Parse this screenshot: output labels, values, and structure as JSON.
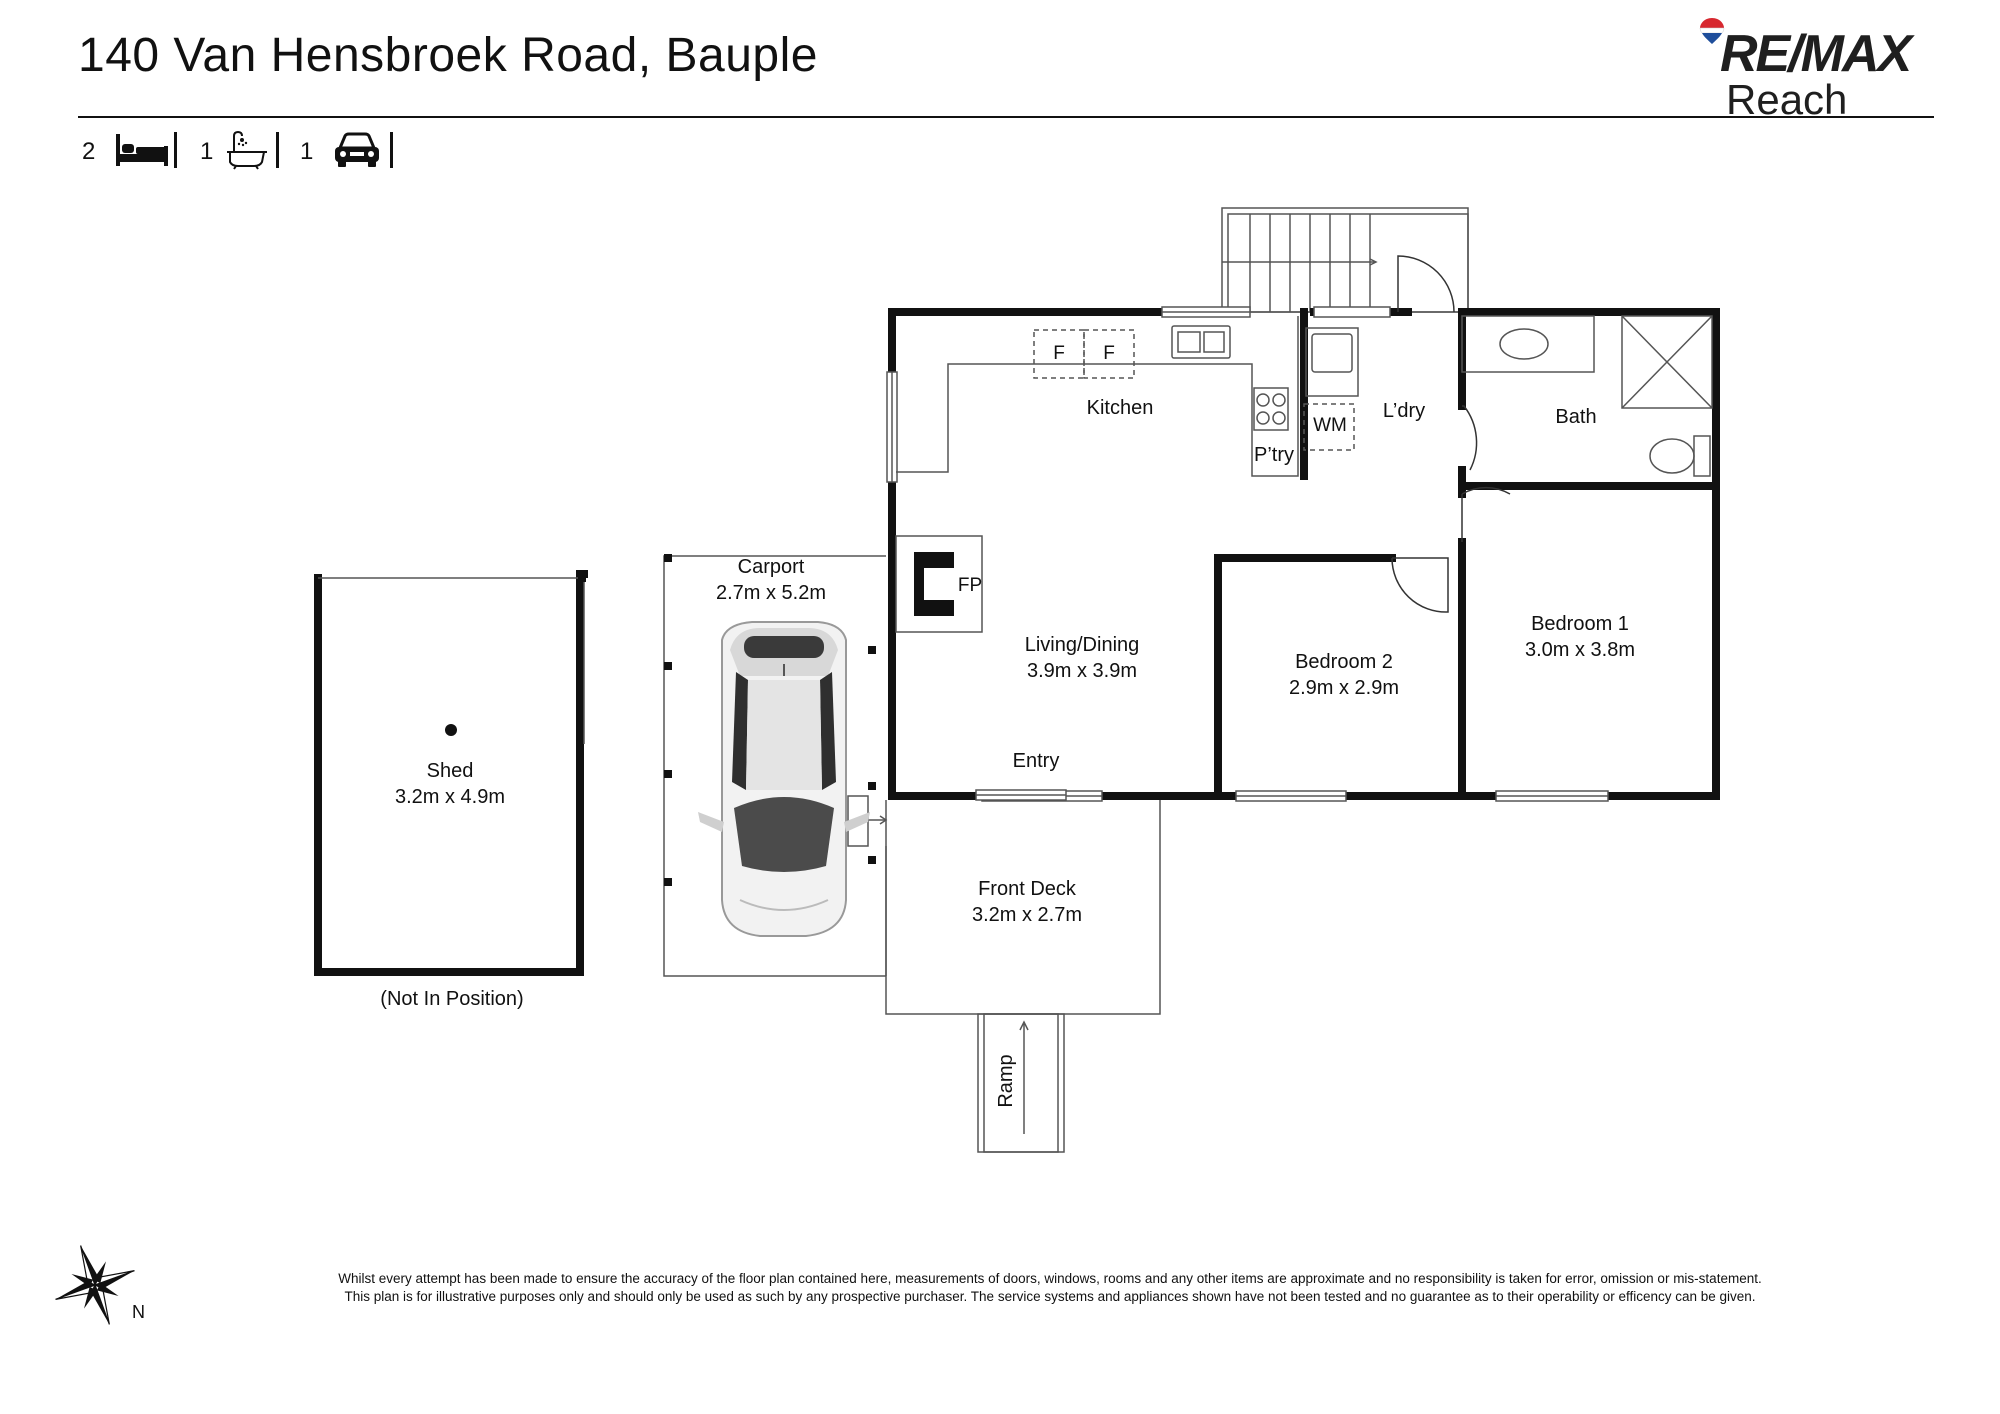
{
  "header": {
    "title": "140 Van Hensbroek Road, Bauple",
    "logo_main": "RE/MAX",
    "logo_sub": "Reach",
    "brand_colors": {
      "red": "#d7282f",
      "blue": "#1f4e9b",
      "white": "#ffffff"
    }
  },
  "stats": {
    "bedrooms": "2",
    "bathrooms": "1",
    "car_spaces": "1",
    "icons": [
      "bed-icon",
      "bath-icon",
      "car-icon"
    ]
  },
  "rooms": {
    "kitchen": {
      "name": "Kitchen"
    },
    "pantry": {
      "name": "P’try"
    },
    "laundry": {
      "name": "L’dry"
    },
    "bath": {
      "name": "Bath"
    },
    "living": {
      "name": "Living/Dining",
      "size": "3.9m x 3.9m"
    },
    "bedroom2": {
      "name": "Bedroom 2",
      "size": "2.9m x 2.9m"
    },
    "bedroom1": {
      "name": "Bedroom 1",
      "size": "3.0m x 3.8m"
    },
    "entry": {
      "name": "Entry"
    },
    "carport": {
      "name": "Carport",
      "size": "2.7m x 5.2m"
    },
    "shed": {
      "name": "Shed",
      "size": "3.2m x 4.9m",
      "note": "(Not In Position)"
    },
    "front_deck": {
      "name": "Front Deck",
      "size": "3.2m x 2.7m"
    },
    "ramp": {
      "name": "Ramp"
    }
  },
  "fixtures": {
    "fridge_1": "F",
    "fridge_2": "F",
    "washing_machine": "WM",
    "fireplace": "FP"
  },
  "compass": {
    "north_label": "N"
  },
  "disclaimer": {
    "line1": "Whilst every attempt has been made to ensure the accuracy of the floor plan contained here, measurements of doors, windows, rooms and any other items are approximate and no responsibility is taken for error, omission or mis-statement.",
    "line2": "This plan is for illustrative purposes only and should only be used as such by any prospective purchaser. The service systems and appliances shown have not been tested and no guarantee as to their operability or efficency can be given."
  }
}
